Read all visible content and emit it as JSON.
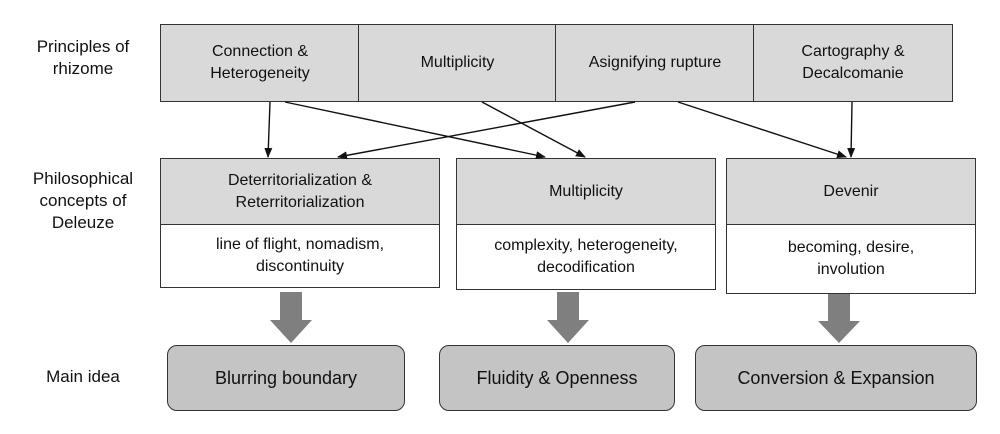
{
  "row_labels": {
    "principles": "Principles of\nrhizome",
    "concepts": "Philosophical\nconcepts of\nDeleuze",
    "main_idea": "Main idea"
  },
  "principles": [
    "Connection &\nHeterogeneity",
    "Multiplicity",
    "Asignifying rupture",
    "Cartography  &\nDecalcomanie"
  ],
  "concepts": [
    {
      "title": "Deterritorialization &\nReterritorialization",
      "detail": "line of flight, nomadism,\ndiscontinuity"
    },
    {
      "title": "Multiplicity",
      "detail": "complexity, heterogeneity,\ndecodification"
    },
    {
      "title": "Devenir",
      "detail": "becoming, desire,\ninvolution"
    }
  ],
  "main_ideas": [
    "Blurring boundary",
    "Fluidity & Openness",
    "Conversion & Expansion"
  ],
  "colors": {
    "box_gray": "#d9d9d9",
    "idea_gray": "#c4c4c4",
    "arrow_gray": "#7f7f7f",
    "line": "#111111"
  }
}
